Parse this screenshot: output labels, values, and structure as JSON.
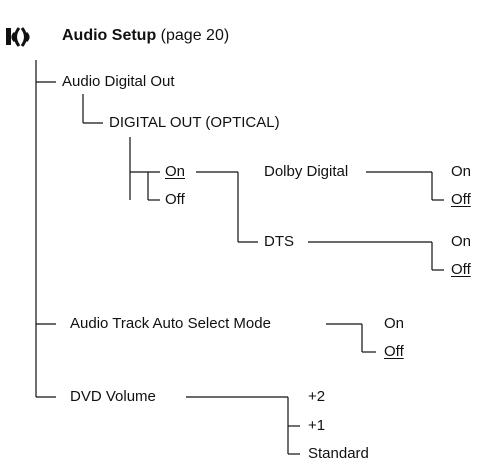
{
  "header": {
    "icon": "speaker-icon",
    "title": "Audio Setup",
    "page_ref": "(page 20)"
  },
  "tree": {
    "audio_digital_out": "Audio Digital Out",
    "digital_out_optical": "DIGITAL OUT (OPTICAL)",
    "optical_on": "On",
    "optical_off": "Off",
    "dolby_digital": "Dolby Digital",
    "dolby_on": "On",
    "dolby_off": "Off",
    "dts": "DTS",
    "dts_on": "On",
    "dts_off": "Off",
    "audio_track_auto_select": "Audio Track Auto Select Mode",
    "track_on": "On",
    "track_off": "Off",
    "dvd_volume": "DVD Volume",
    "vol_plus2": "+2",
    "vol_plus1": "+1",
    "vol_standard": "Standard"
  },
  "colors": {
    "ink": "#111111"
  }
}
